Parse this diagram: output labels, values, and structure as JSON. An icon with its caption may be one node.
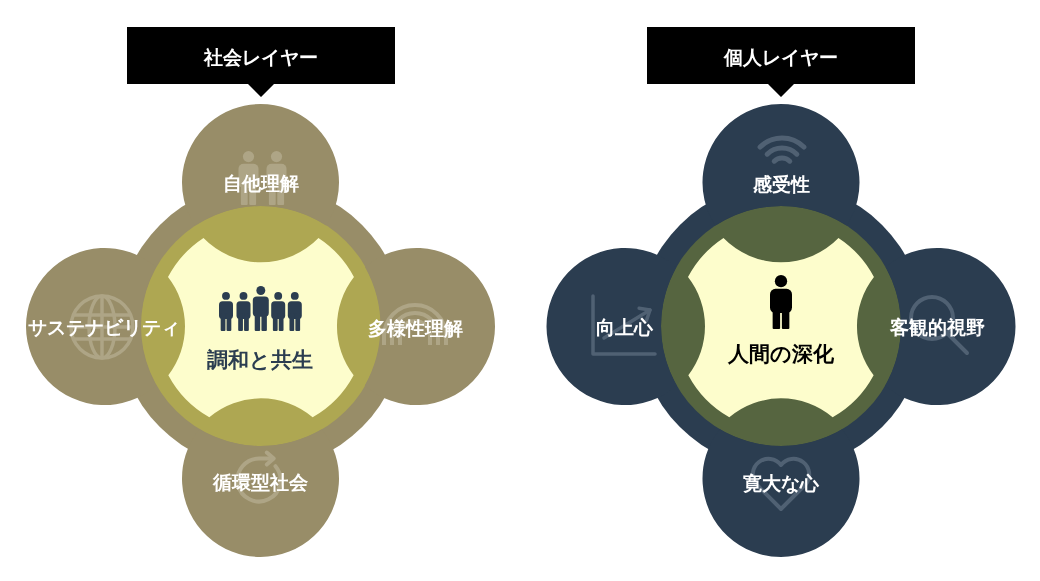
{
  "diagram": {
    "nodes": [
      {
        "text": [
          "社会レイヤー"
        ]
      },
      {
        "text": [
          "自他理解"
        ]
      },
      {
        "text": [
          "サステナビリティ"
        ]
      },
      {
        "text": [
          "調和と共生"
        ]
      },
      {
        "text": [
          "多様性理解"
        ]
      },
      {
        "text": [
          "循環型社会"
        ]
      },
      {
        "text": [
          "個人レイヤー"
        ]
      },
      {
        "text": [
          "感受性"
        ]
      },
      {
        "text": [
          "向上心"
        ]
      },
      {
        "text": [
          "人間の深化"
        ]
      },
      {
        "text": [
          "客観的視野"
        ]
      },
      {
        "text": [
          "寛大な心"
        ]
      }
    ]
  }
}
